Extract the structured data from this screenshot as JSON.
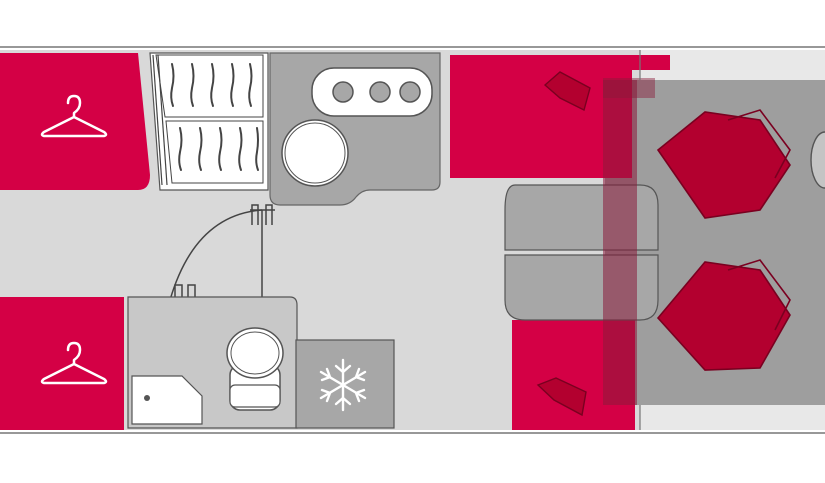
{
  "floorplan": {
    "zones": [
      {
        "id": "wardrobe-top",
        "label": "",
        "icon": "hanger-icon"
      },
      {
        "id": "wardrobe-bottom",
        "label": "",
        "icon": "hanger-icon"
      },
      {
        "id": "bathroom",
        "label": ""
      },
      {
        "id": "kitchen",
        "label": "",
        "burners": 3
      },
      {
        "id": "fridge",
        "label": "",
        "icon": "snowflake-icon"
      },
      {
        "id": "dinette",
        "label": ""
      },
      {
        "id": "cab",
        "label": "",
        "seats": 2
      }
    ],
    "colors": {
      "accent": "#d40045",
      "accent_stroke": "#8c0d32",
      "cab_overlay": "#8a1a3a",
      "floor": "#d9d9d9",
      "fixture": "#a7a7a7",
      "cab_floor": "#9e9e9e",
      "outline": "#666666"
    }
  }
}
